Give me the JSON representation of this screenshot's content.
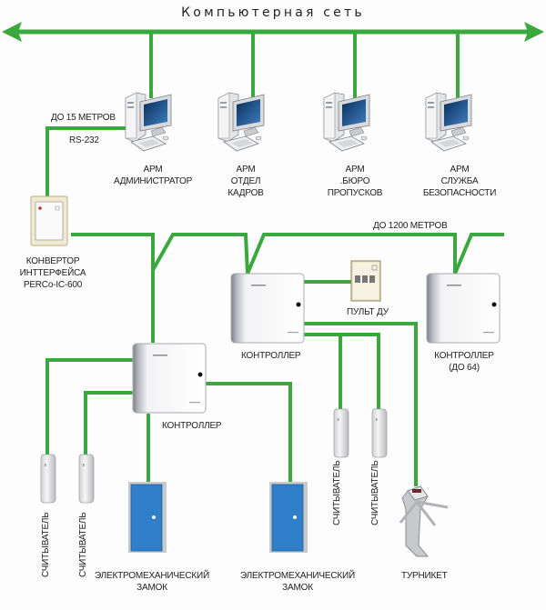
{
  "colors": {
    "link": "#3aa83f",
    "background": "#fdfdfd",
    "door": "#2f7fc8",
    "text": "#222222"
  },
  "network": {
    "title": "Компьютерная  сеть",
    "icon": "double-arrow-bus"
  },
  "workstations": [
    {
      "icon": "computer-icon",
      "lines": [
        "АРМ",
        "АДМИНИСТРАТОР"
      ]
    },
    {
      "icon": "computer-icon",
      "lines": [
        "АРМ",
        "ОТДЕЛ",
        "КАДРОВ"
      ]
    },
    {
      "icon": "computer-icon",
      "lines": [
        "АРМ",
        ".БЮРО",
        "ПРОПУСКОВ"
      ]
    },
    {
      "icon": "computer-icon",
      "lines": [
        "АРМ",
        "СЛУЖБА",
        "БЕЗОПАСНОСТИ"
      ]
    }
  ],
  "links": {
    "rs232_distance": "ДО 15 МЕТРОВ",
    "rs232_label": "RS-232",
    "bus_distance": "ДО 1200 МЕТРОВ"
  },
  "converter": {
    "icon": "converter-icon",
    "lines": [
      "КОНВЕРТОР",
      "ИНТТЕРФЕЙСА",
      "PERCo-IC-600"
    ]
  },
  "controllers": [
    {
      "icon": "controller-icon",
      "lines": [
        "КОНТРОЛЛЕР"
      ]
    },
    {
      "icon": "controller-icon",
      "lines": [
        "КОНТРОЛЛЕР"
      ]
    },
    {
      "icon": "controller-icon",
      "lines": [
        "КОНТРОЛЛЕР",
        "(ДО 64)"
      ]
    }
  ],
  "remote": {
    "icon": "remote-control-panel-icon",
    "label": "ПУЛЬТ ДУ"
  },
  "readers": [
    {
      "icon": "card-reader-icon",
      "label": "СЧИТЫВАТЕЛЬ"
    },
    {
      "icon": "card-reader-icon",
      "label": "СЧИТЫВАТЕЛЬ"
    },
    {
      "icon": "card-reader-icon",
      "label": "СЧИТЫВАТЕЛЬ"
    },
    {
      "icon": "card-reader-icon",
      "label": "СЧИТЫВАТЕЛЬ"
    }
  ],
  "locks": [
    {
      "icon": "door-icon",
      "lines": [
        "ЭЛЕКТРОМЕХАНИЧЕСКИЙ",
        "ЗАМОК"
      ]
    },
    {
      "icon": "door-icon",
      "lines": [
        "ЭЛЕКТРОМЕХАНИЧЕСКИЙ",
        "ЗАМОК"
      ]
    }
  ],
  "turnstile": {
    "icon": "turnstile-icon",
    "label": "ТУРНИКЕТ"
  }
}
